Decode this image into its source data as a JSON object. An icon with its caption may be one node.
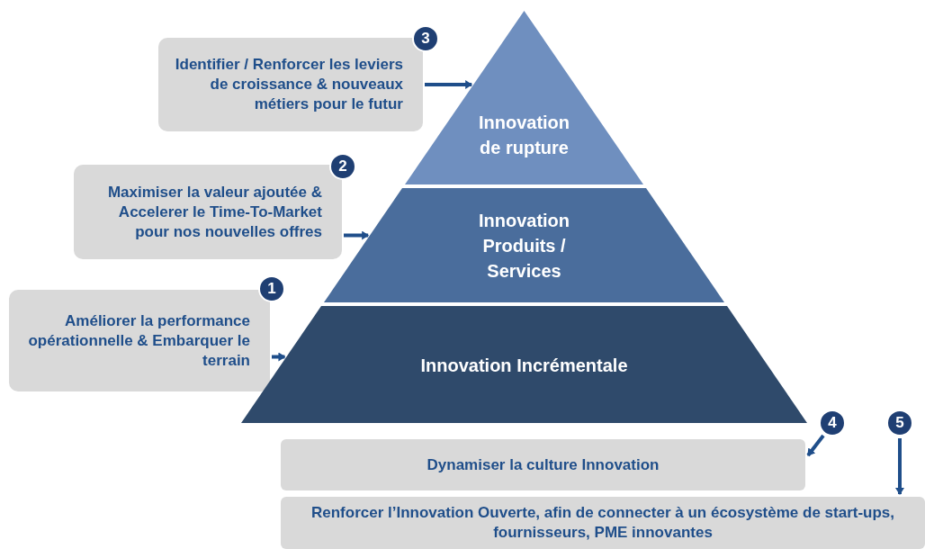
{
  "diagram": {
    "nodes": [
      {
        "text": [
          "Identifier / Renforcer les leviers de croissance & nouveaux métiers pour le futur"
        ]
      },
      {
        "text": [
          "3"
        ]
      },
      {
        "text": [
          "Innovation de rupture"
        ]
      },
      {
        "text": [
          "Maximiser la valeur ajoutée & Accelerer le Time-To-Market pour nos nouvelles offres"
        ]
      },
      {
        "text": [
          "2"
        ]
      },
      {
        "text": [
          "Innovation Produits / Services"
        ]
      },
      {
        "text": [
          "Améliorer la performance opérationnelle & Embarquer le terrain"
        ]
      },
      {
        "text": [
          "1"
        ]
      },
      {
        "text": [
          "Innovation Incrémentale"
        ]
      },
      {
        "text": [
          "4"
        ]
      },
      {
        "text": [
          "5"
        ]
      },
      {
        "text": [
          "Dynamiser la culture Innovation"
        ]
      },
      {
        "text": [
          "Renforcer  l’Innovation Ouverte, afin de connecter à un écosystème de start-ups, fournisseurs, PME innovantes"
        ]
      }
    ],
    "edges": [
      {
        "from": 0,
        "to": 2,
        "arrow": "to"
      },
      {
        "from": 3,
        "to": 5,
        "arrow": "to"
      },
      {
        "from": 6,
        "to": 8,
        "arrow": "to"
      },
      {
        "from": 9,
        "to": 11,
        "arrow": "to"
      },
      {
        "from": 10,
        "to": 12,
        "arrow": "to"
      }
    ]
  }
}
